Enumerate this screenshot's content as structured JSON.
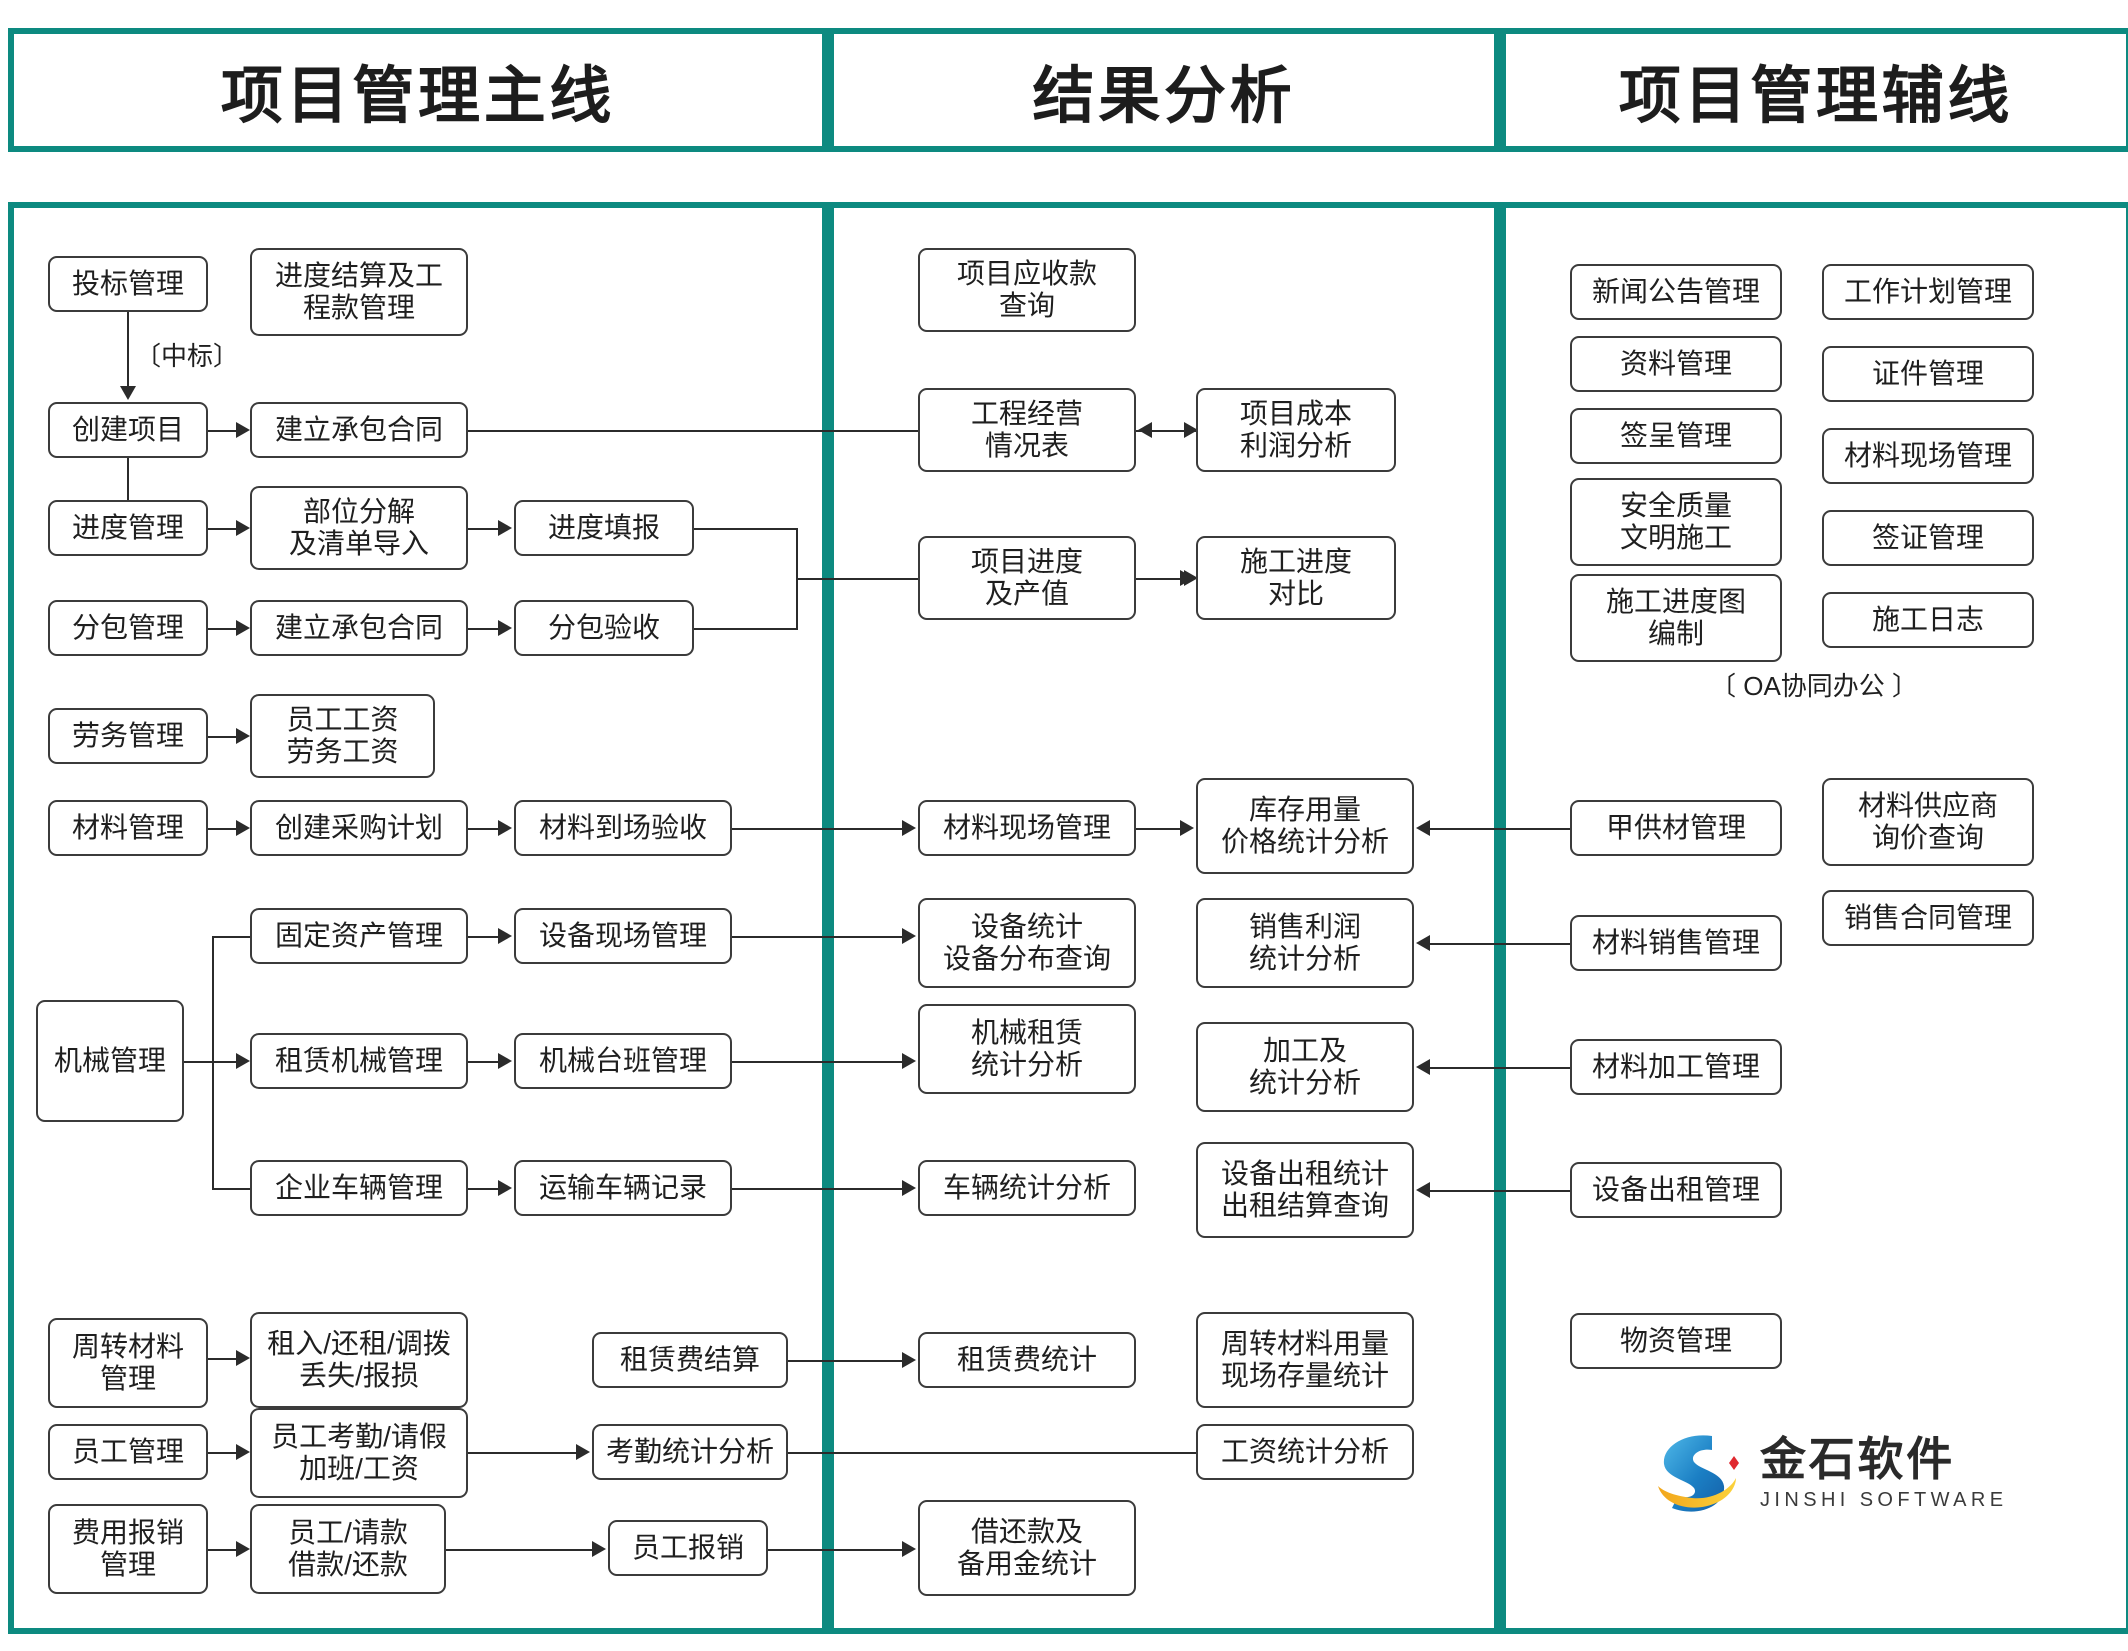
{
  "headers": [
    {
      "id": "main-line",
      "label": "项目管理主线"
    },
    {
      "id": "result-analysis",
      "label": "结果分析"
    },
    {
      "id": "aux-line",
      "label": "项目管理辅线"
    }
  ],
  "brand": {
    "cn": "金石软件",
    "en": "JINSHI SOFTWARE"
  },
  "annotations": [
    {
      "id": "bid-won",
      "label": "〔中标〕"
    },
    {
      "id": "oa-office",
      "label": "〔 OA协同办公 〕"
    }
  ],
  "main_line": {
    "col1": [
      {
        "id": "bid-mgmt",
        "label": "投标管理"
      },
      {
        "id": "create-project",
        "label": "创建项目"
      },
      {
        "id": "progress-mgmt",
        "label": "进度管理"
      },
      {
        "id": "subcontract-mgmt",
        "label": "分包管理"
      },
      {
        "id": "labor-mgmt",
        "label": "劳务管理"
      },
      {
        "id": "material-mgmt",
        "label": "材料管理"
      },
      {
        "id": "machinery-mgmt",
        "label": "机械管理"
      },
      {
        "id": "turnover-material-mgmt",
        "label": "周转材料\n管理"
      },
      {
        "id": "employee-mgmt",
        "label": "员工管理"
      },
      {
        "id": "expense-reimb-mgmt",
        "label": "费用报销\n管理"
      }
    ],
    "col2": [
      {
        "id": "progress-settlement",
        "label": "进度结算及工\n程款管理"
      },
      {
        "id": "build-contract-1",
        "label": "建立承包合同"
      },
      {
        "id": "part-decompose",
        "label": "部位分解\n及清单导入"
      },
      {
        "id": "build-contract-2",
        "label": "建立承包合同"
      },
      {
        "id": "employee-labor-wage",
        "label": "员工工资\n劳务工资"
      },
      {
        "id": "create-purchase-plan",
        "label": "创建采购计划"
      },
      {
        "id": "fixed-asset-mgmt",
        "label": "固定资产管理"
      },
      {
        "id": "leased-machinery-mgmt",
        "label": "租赁机械管理"
      },
      {
        "id": "company-vehicle-mgmt",
        "label": "企业车辆管理"
      },
      {
        "id": "rent-return-transfer",
        "label": "租入/还租/调拨\n丢失/报损"
      },
      {
        "id": "attendance-leave-wage",
        "label": "员工考勤/请假\n加班/工资"
      },
      {
        "id": "employee-loan-repay",
        "label": "员工/请款\n借款/还款"
      }
    ],
    "col3": [
      {
        "id": "progress-fill",
        "label": "进度填报"
      },
      {
        "id": "subcontract-acceptance",
        "label": "分包验收"
      },
      {
        "id": "material-arrival-check",
        "label": "材料到场验收"
      },
      {
        "id": "equipment-site-mgmt",
        "label": "设备现场管理"
      },
      {
        "id": "machine-shift-mgmt",
        "label": "机械台班管理"
      },
      {
        "id": "transport-vehicle-record",
        "label": "运输车辆记录"
      },
      {
        "id": "rental-fee-settlement",
        "label": "租赁费结算"
      },
      {
        "id": "attendance-stat-analysis",
        "label": "考勤统计分析"
      },
      {
        "id": "employee-reimbursement",
        "label": "员工报销"
      }
    ]
  },
  "result_analysis": {
    "col1": [
      {
        "id": "project-receivable-query",
        "label": "项目应收款\n查询"
      },
      {
        "id": "project-operation-table",
        "label": "工程经营\n情况表"
      },
      {
        "id": "project-progress-output",
        "label": "项目进度\n及产值"
      },
      {
        "id": "material-site-mgmt",
        "label": "材料现场管理"
      },
      {
        "id": "equipment-stat-distribution",
        "label": "设备统计\n设备分布查询"
      },
      {
        "id": "machinery-rent-stat",
        "label": "机械租赁\n统计分析"
      },
      {
        "id": "vehicle-stat-analysis",
        "label": "车辆统计分析"
      },
      {
        "id": "rental-fee-stat",
        "label": "租赁费统计"
      },
      {
        "id": "loan-repay-petty-cash-stat",
        "label": "借还款及\n备用金统计"
      }
    ],
    "col2": [
      {
        "id": "project-cost-profit-analysis",
        "label": "项目成本\n利润分析"
      },
      {
        "id": "construction-progress-compare",
        "label": "施工进度\n对比"
      },
      {
        "id": "inventory-usage-price-stat",
        "label": "库存用量\n价格统计分析"
      },
      {
        "id": "sales-profit-stat",
        "label": "销售利润\n统计分析"
      },
      {
        "id": "processing-stat-analysis",
        "label": "加工及\n统计分析"
      },
      {
        "id": "equipment-rental-stat",
        "label": "设备出租统计\n出租结算查询"
      },
      {
        "id": "turnover-material-usage-stat",
        "label": "周转材料用量\n现场存量统计"
      },
      {
        "id": "wage-stat-analysis",
        "label": "工资统计分析"
      }
    ]
  },
  "aux_line": {
    "col1": [
      {
        "id": "news-bulletin-mgmt",
        "label": "新闻公告管理"
      },
      {
        "id": "document-mgmt",
        "label": "资料管理"
      },
      {
        "id": "signature-approval-mgmt",
        "label": "签呈管理"
      },
      {
        "id": "safety-quality-civilized",
        "label": "安全质量\n文明施工"
      },
      {
        "id": "construction-schedule-chart",
        "label": "施工进度图\n编制"
      },
      {
        "id": "owner-supplied-material-mgmt",
        "label": "甲供材管理"
      },
      {
        "id": "material-sales-mgmt",
        "label": "材料销售管理"
      },
      {
        "id": "material-processing-mgmt",
        "label": "材料加工管理"
      },
      {
        "id": "equipment-rental-mgmt",
        "label": "设备出租管理"
      },
      {
        "id": "supplies-mgmt",
        "label": "物资管理"
      }
    ],
    "col2": [
      {
        "id": "work-plan-mgmt",
        "label": "工作计划管理"
      },
      {
        "id": "certificate-mgmt",
        "label": "证件管理"
      },
      {
        "id": "material-site-mgmt-aux",
        "label": "材料现场管理"
      },
      {
        "id": "visa-mgmt",
        "label": "签证管理"
      },
      {
        "id": "construction-log",
        "label": "施工日志"
      },
      {
        "id": "material-supplier-quote-query",
        "label": "材料供应商\n询价查询"
      },
      {
        "id": "sales-contract-mgmt",
        "label": "销售合同管理"
      }
    ]
  },
  "colors": {
    "accent": "#0d8a80",
    "box_border": "#3b3b3b",
    "connector": "#2b2b2b",
    "text": "#1f1f1f"
  }
}
